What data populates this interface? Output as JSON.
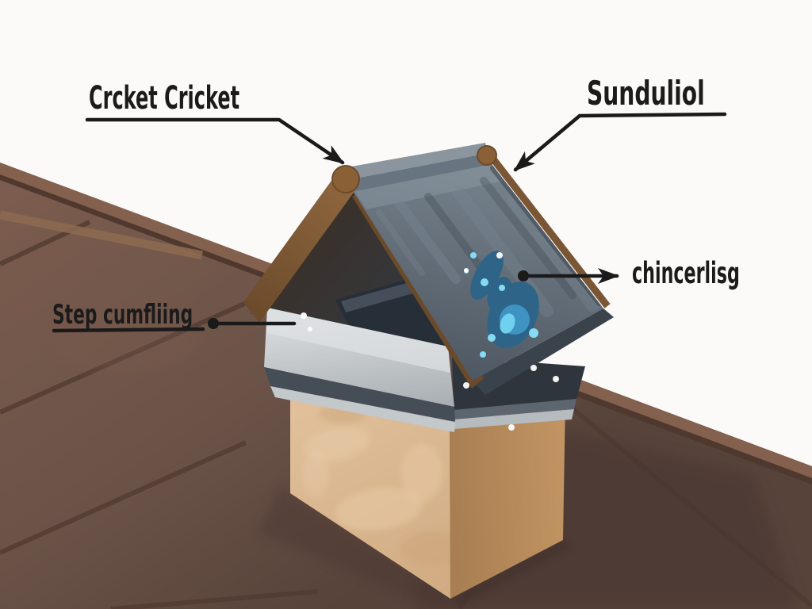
{
  "labels": {
    "cricket": "Crcket Cricket",
    "ridge": "Sunduliol",
    "roof_panel": "chincerlisg",
    "step_flashing": "Step cumfliing"
  },
  "colors": {
    "sky": "#fbfaf9",
    "roof_brown": "#6b5348",
    "roof_fascia": "#84614e",
    "roof_seam": "#523b31",
    "chimney_front": "#dcba94",
    "chimney_side": "#b58a5c",
    "flashing_light": "#cdd1d3",
    "flashing_dark": "#454d56",
    "cricket_slate": "#5c6670",
    "cricket_wood": "#8a6137",
    "water_blue": "#2d6488",
    "water_light": "#86dbf4",
    "annotation": "#1a1a1a"
  }
}
